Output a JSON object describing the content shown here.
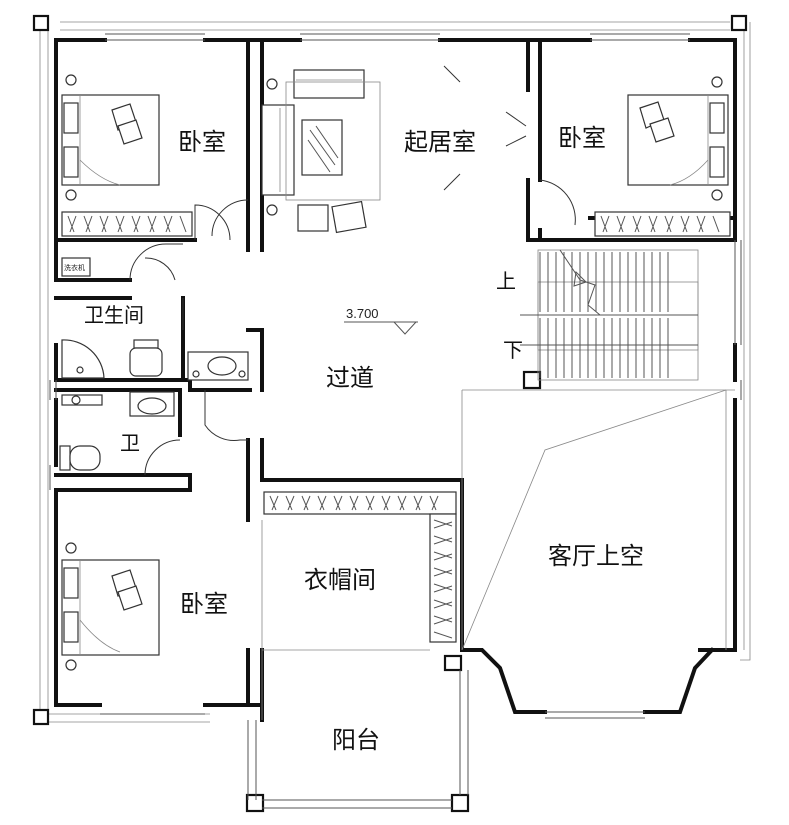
{
  "rooms": {
    "bedroom_nw": "卧室",
    "living_room": "起居室",
    "bedroom_ne": "卧室",
    "bathroom": "卫生间",
    "toilet": "卫",
    "corridor": "过道",
    "bedroom_sw": "卧室",
    "walk_in_closet": "衣帽间",
    "living_void": "客厅上空",
    "balcony": "阳台"
  },
  "stairs": {
    "up_label": "上",
    "down_label": "下"
  },
  "elevation": "3.700",
  "appliance_label": "洗衣机"
}
